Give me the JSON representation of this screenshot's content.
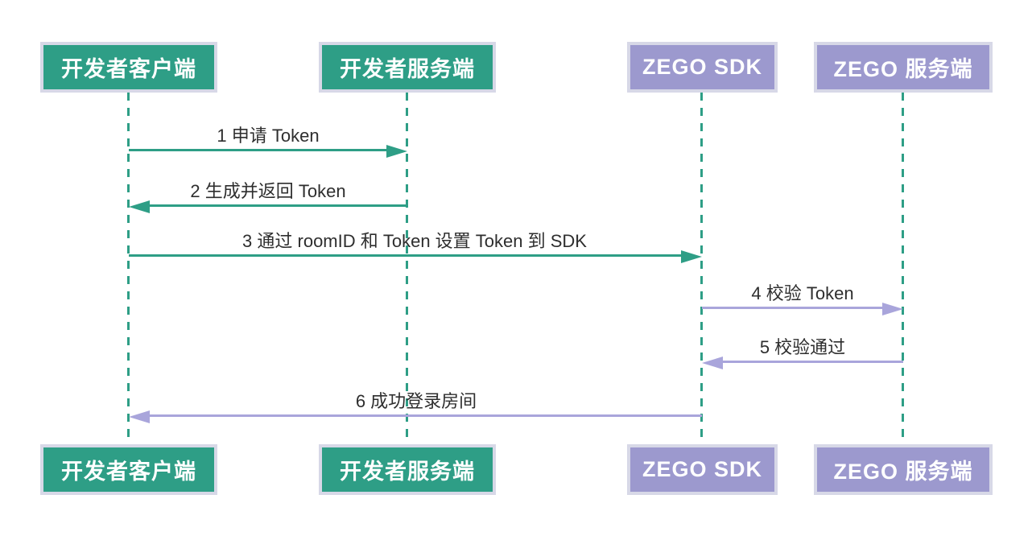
{
  "diagram": {
    "type": "sequence-diagram",
    "actors": [
      {
        "label": "开发者客户端",
        "color": "green"
      },
      {
        "label": "开发者服务端",
        "color": "green"
      },
      {
        "label": "ZEGO SDK",
        "color": "purple"
      },
      {
        "label": "ZEGO 服务端",
        "color": "purple"
      }
    ],
    "messages": [
      {
        "seq": 1,
        "label": "1 申请 Token",
        "from": "开发者客户端",
        "to": "开发者服务端",
        "direction": "right",
        "color": "green"
      },
      {
        "seq": 2,
        "label": "2 生成并返回 Token",
        "from": "开发者服务端",
        "to": "开发者客户端",
        "direction": "left",
        "color": "green"
      },
      {
        "seq": 3,
        "label": "3 通过 roomID 和 Token 设置 Token 到 SDK",
        "from": "开发者客户端",
        "to": "ZEGO SDK",
        "direction": "right",
        "color": "green"
      },
      {
        "seq": 4,
        "label": "4 校验 Token",
        "from": "ZEGO SDK",
        "to": "ZEGO 服务端",
        "direction": "right",
        "color": "purple"
      },
      {
        "seq": 5,
        "label": "5 校验通过",
        "from": "ZEGO 服务端",
        "to": "ZEGO SDK",
        "direction": "left",
        "color": "purple"
      },
      {
        "seq": 6,
        "label": "6 成功登录房间",
        "from": "ZEGO SDK",
        "to": "开发者客户端",
        "direction": "left",
        "color": "purple"
      }
    ],
    "colors": {
      "actor_green": "#2E9E86",
      "actor_purple": "#9C99CE",
      "arrow_green": "#2E9E86",
      "arrow_purple": "#A9A5DB",
      "lifeline": "#2E9E86",
      "box_border": "#D7D8E7",
      "message_text": "#2E2E2E",
      "background": "#FFFFFF"
    }
  }
}
